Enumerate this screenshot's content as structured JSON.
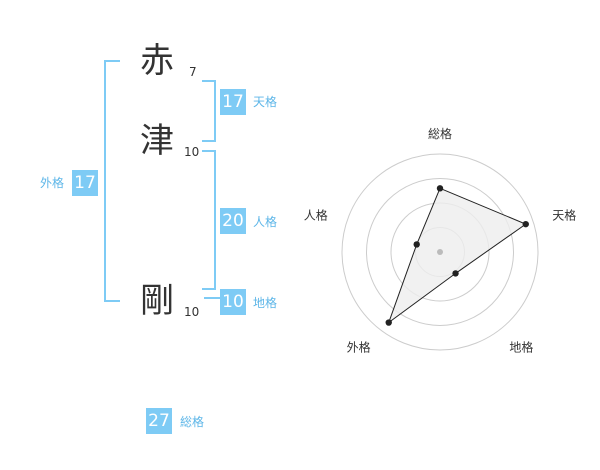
{
  "name": {
    "chars": [
      {
        "char": "赤",
        "strokes": "7"
      },
      {
        "char": "津",
        "strokes": "10"
      },
      {
        "char": "剛",
        "strokes": "10"
      }
    ]
  },
  "fortunes": {
    "tenkaku": {
      "value": "17",
      "label": "天格"
    },
    "jinkaku": {
      "value": "20",
      "label": "人格"
    },
    "chikaku": {
      "value": "10",
      "label": "地格"
    },
    "gaikaku": {
      "value": "17",
      "label": "外格"
    },
    "soukaku": {
      "value": "27",
      "label": "総格"
    }
  },
  "chart_data": {
    "type": "radar",
    "axes": [
      "総格",
      "天格",
      "地格",
      "外格",
      "人格"
    ],
    "values": [
      0.65,
      0.92,
      0.27,
      0.89,
      0.25
    ],
    "max": 1,
    "rings": 4,
    "grid": true,
    "colors": {
      "fill": "#eeeeee",
      "line": "#222222",
      "grid": "#cccccc",
      "center": "#bbbbbb"
    }
  }
}
